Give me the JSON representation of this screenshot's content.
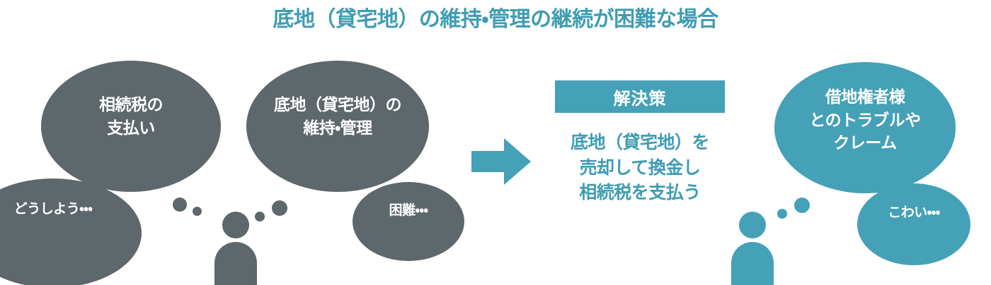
{
  "title": "底地（貸宅地）の維持・管理の継続が困難な場合",
  "colors": {
    "teal": "#44a1b7",
    "teal_text": "#3f9cb3",
    "gray": "#5e676b",
    "white": "#ffffff",
    "background": "#ffffff"
  },
  "problems": [
    {
      "id": "inheritance-tax",
      "main_text": "相続税の\n支払い",
      "sub_text": "どうしよう・・・",
      "tone": "gray"
    },
    {
      "id": "maintenance-management",
      "main_text": "底地（貸宅地）の\n維持・管理",
      "sub_text": "困難・・・",
      "tone": "gray"
    }
  ],
  "arrow": {
    "icon": "arrow-right-icon",
    "color": "#44a1b7"
  },
  "solution": {
    "header_label": "解決策",
    "body_text": "底地（貸宅地）を\n売却して換金し\n相続税を支払う"
  },
  "concern": {
    "id": "leaseholder-trouble",
    "main_text": "借地権者様\nとのトラブルや\nクレーム",
    "sub_text": "こわい・・・",
    "tone": "teal"
  },
  "figures": [
    {
      "id": "worried-person",
      "tone": "gray"
    },
    {
      "id": "relieved-person",
      "tone": "teal"
    }
  ]
}
